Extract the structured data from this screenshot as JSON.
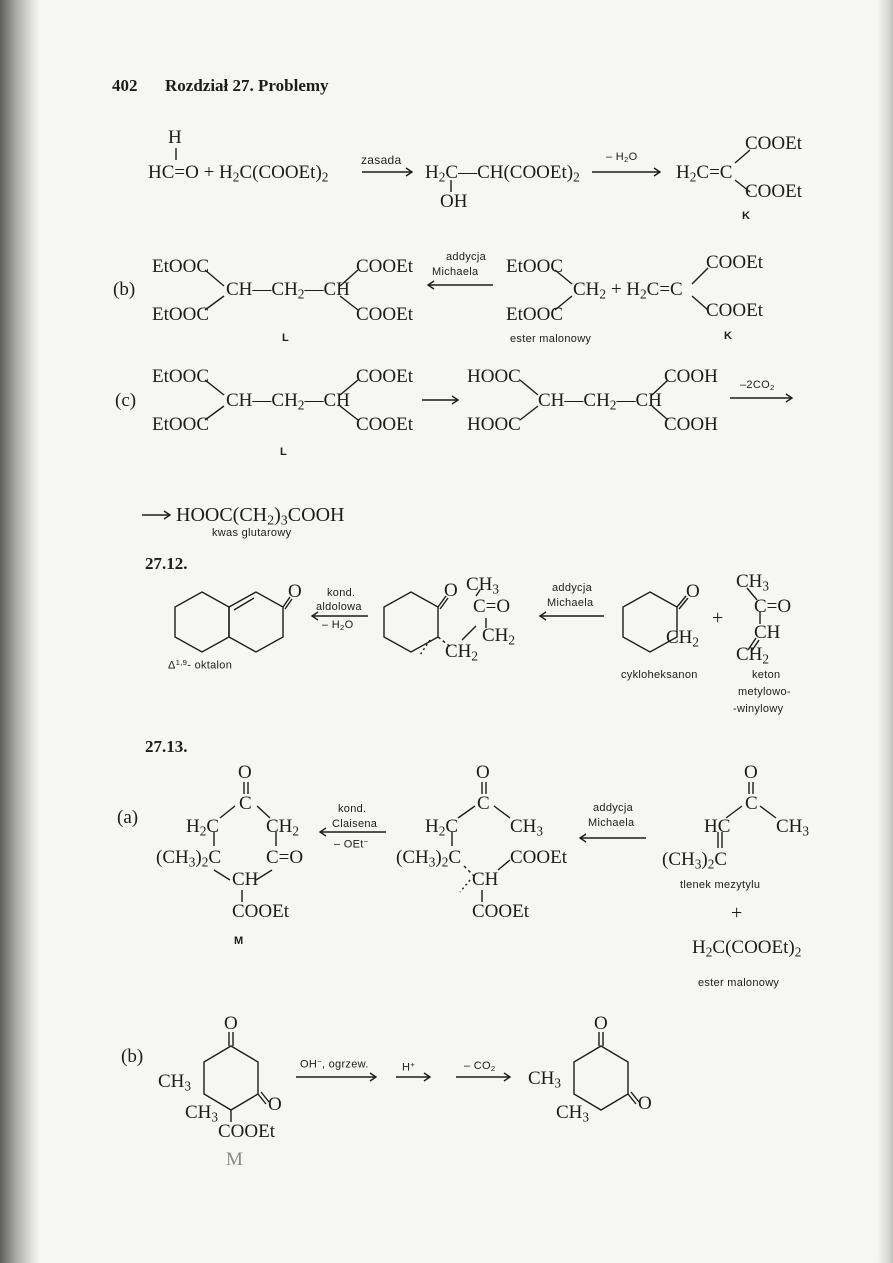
{
  "header": {
    "page_number": "402",
    "chapter_title": "Rozdział 27. Problemy"
  },
  "top": {
    "h": "H",
    "hc_o": "HC=O + H",
    "h2c_coo": "C(COOEt)",
    "sub2": "2",
    "zasada": "zasada",
    "h2c": "H",
    "c_ch": "C—CH(COOEt)",
    "oh": "OH",
    "minus_h2o": "– H",
    "o": "O",
    "h2c_eq": "H",
    "c_eq": "C=C",
    "cooet": "COOEt",
    "k": "K"
  },
  "b": {
    "label": "(b)",
    "etooc": "EtOOC",
    "chain": "CH—CH",
    "ch": "CH",
    "cooet": "COOEt",
    "addycja": "addycja",
    "michaela": "Michaela",
    "ch2_plus": "CH",
    "plus_h2c": " + H",
    "c_eq": "C=C",
    "l": "L",
    "ester": "ester malonowy",
    "k": "K"
  },
  "c": {
    "label": "(c)",
    "etooc": "EtOOC",
    "chain": "CH—CH",
    "ch": "CH",
    "cooet": "COOEt",
    "hooc": "HOOC",
    "cooh": "COOH",
    "minus_co2": "–2CO",
    "l": "L",
    "product": "HOOC(CH",
    "product_end": "COOH",
    "sub3": "3",
    "kwas": "kwas glutarowy"
  },
  "p2712": {
    "number": "27.12.",
    "kond": "kond.",
    "aldolowa": "aldolowa",
    "minus_h2o": "– H",
    "o_tail": "O",
    "oktalon_a": "Δ",
    "oktalon_sup": "1,9",
    "oktalon_b": "- oktalon",
    "o": "O",
    "ch3": "CH",
    "c_eq_o": "C=O",
    "ch2": "CH",
    "addycja": "addycja",
    "michaela": "Michaela",
    "plus": "+",
    "ch": "CH",
    "cyklo": "cykloheksanon",
    "keton1": "keton",
    "keton2": "metylowo-",
    "keton3": "-winylowy"
  },
  "p2713": {
    "number": "27.13.",
    "label_a": "(a)",
    "o": "O",
    "c": "C",
    "h2c": "H",
    "ch2": "CH",
    "ch3_2c": "(CH",
    "c_eq_o": "C=O",
    "ch": "CH",
    "cooet": "COOEt",
    "m": "M",
    "kond": "kond.",
    "claisena": "Claisena",
    "minus_oet": "– OEt",
    "ch3": "CH",
    "addycja": "addycja",
    "michaela": "Michaela",
    "hc": "HC",
    "tlenek": "tlenek mezytylu",
    "plus": "+",
    "malonate": "H",
    "malonate_end": "C(COOEt)",
    "ester": "ester malonowy",
    "label_b": "(b)",
    "oh_cond": "OH",
    "ogrzew": ", ogrzew.",
    "h_plus": "H",
    "minus_co2": "– CO"
  }
}
